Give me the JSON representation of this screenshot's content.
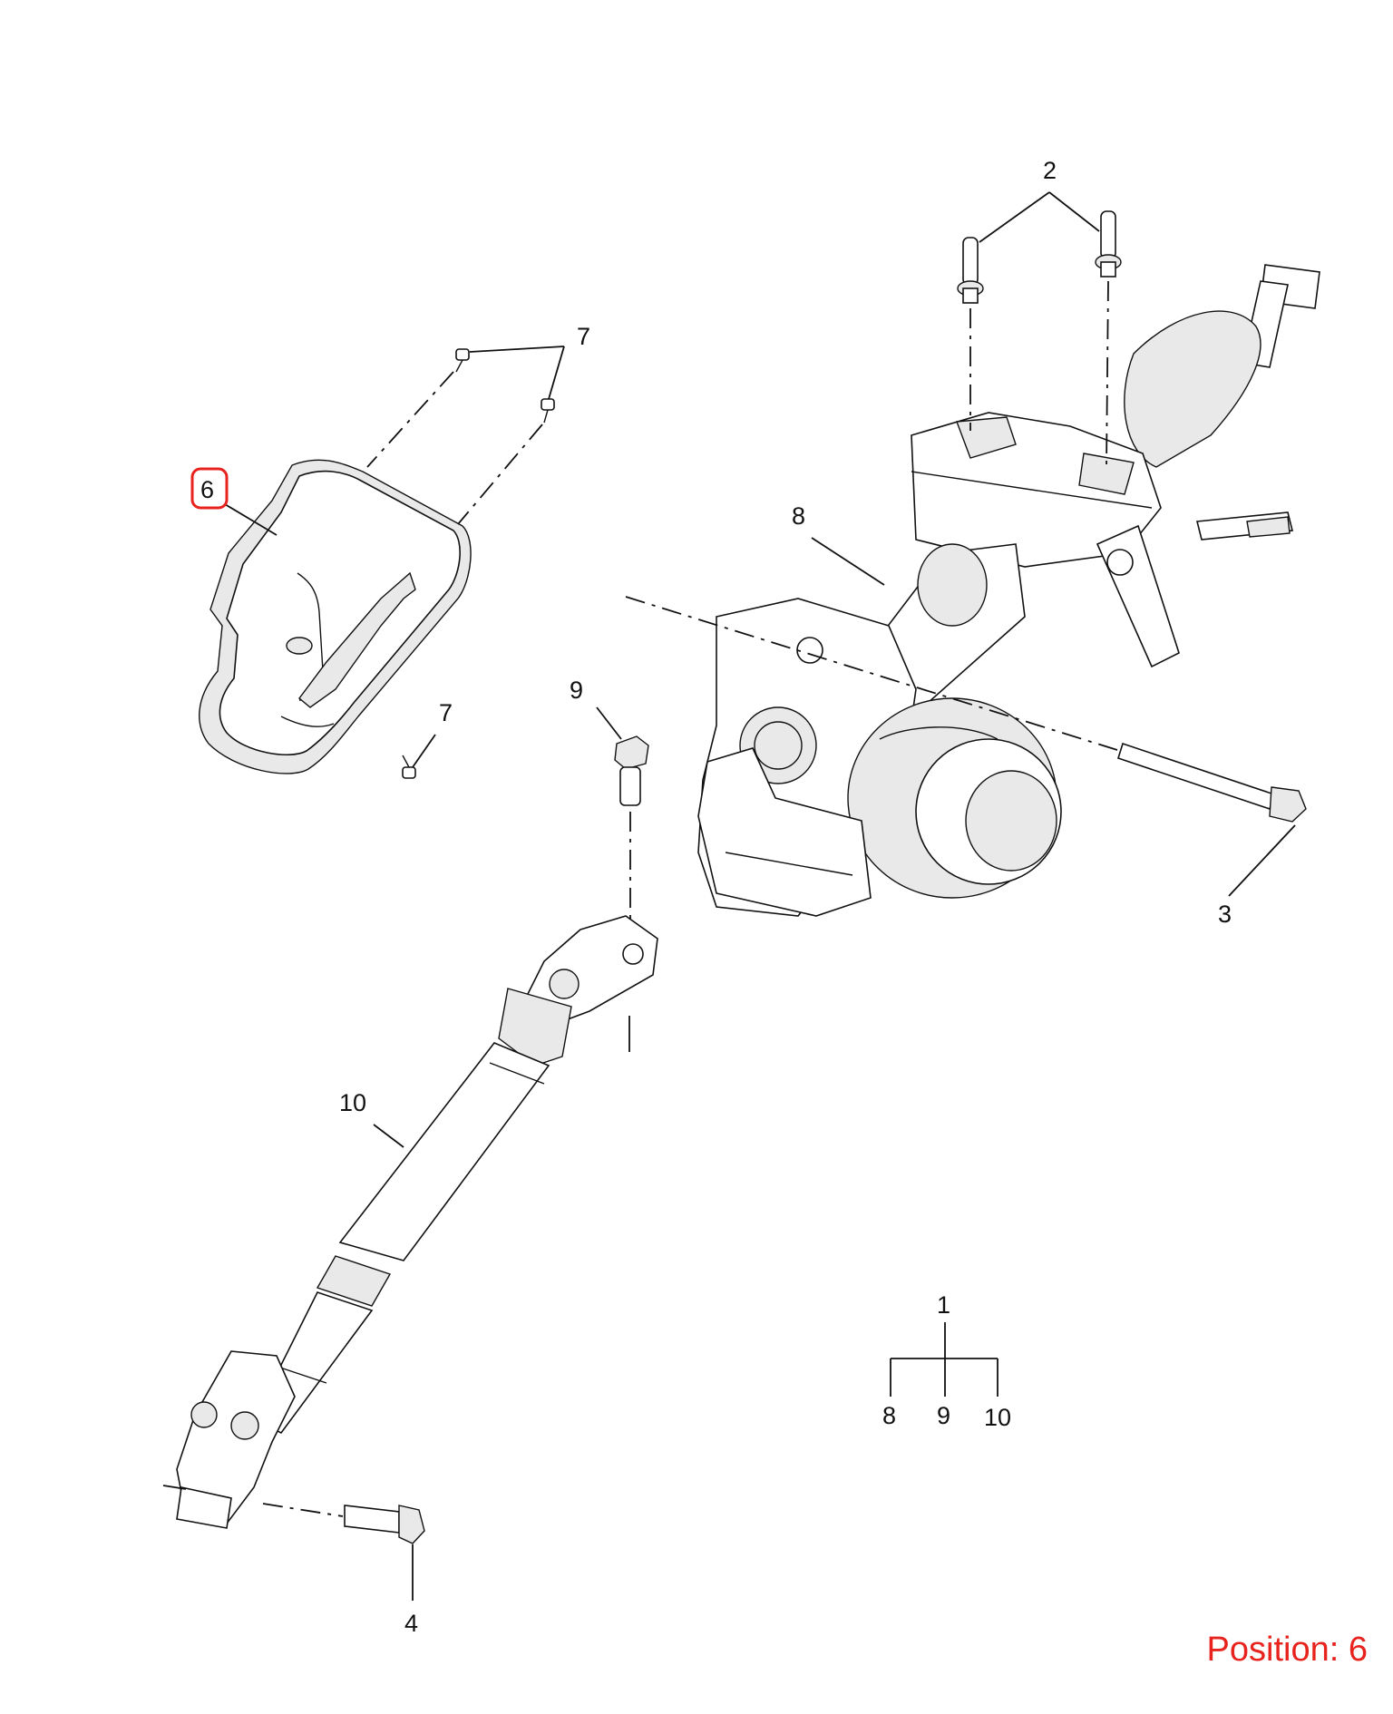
{
  "callouts": {
    "c1": "1",
    "c2": "2",
    "c3": "3",
    "c4": "4",
    "c6": "6",
    "c7a": "7",
    "c7b": "7",
    "c8": "8",
    "c9": "9",
    "c10": "10",
    "tree8": "8",
    "tree9": "9",
    "tree10": "10"
  },
  "highlight": {
    "part": "6",
    "color": "#e8221c"
  },
  "position": {
    "text": "Position: 6",
    "color": "#e8221c"
  }
}
